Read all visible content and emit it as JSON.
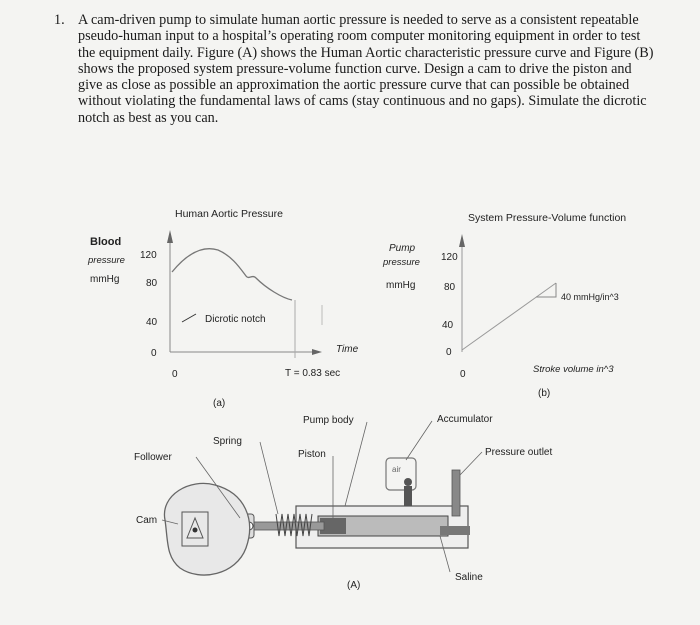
{
  "problem": {
    "number": "1.",
    "text": "A cam-driven pump to simulate human aortic pressure is needed to serve as a consistent repeatable pseudo-human input to a hospital’s operating room computer monitoring equipment in order to test the equipment daily. Figure (A) shows the Human Aortic characteristic pressure curve and Figure (B) shows the proposed system pressure-volume function curve. Design a cam to drive the piston and give as close as possible an approximation the aortic pressure curve that can possible be obtained without violating the fundamental laws of cams (stay continuous and no gaps). Simulate the dicrotic notch as best as you can."
  },
  "figure_a": {
    "title": "Human Aortic Pressure",
    "ylabel_1": "Blood",
    "ylabel_2": "pressure",
    "ylabel_3": "mmHg",
    "ticks": [
      "120",
      "80",
      "40",
      "0"
    ],
    "origin": "0",
    "notch_label": "Dicrotic notch",
    "period_label": "T = 0.83 sec",
    "time_label": "Time",
    "caption": "(a)"
  },
  "figure_b": {
    "title": "System Pressure-Volume function",
    "ylabel_1": "Pump",
    "ylabel_2": "pressure",
    "ylabel_3": "mmHg",
    "ticks": [
      "120",
      "80",
      "40",
      "0"
    ],
    "origin": "0",
    "slope_label": "40 mmHg/in^3",
    "xlabel": "Stroke volume  in^3",
    "caption": "(b)"
  },
  "figure_pump": {
    "pump_body": "Pump body",
    "accumulator": "Accumulator",
    "spring": "Spring",
    "follower": "Follower",
    "piston": "Piston",
    "pressure_outlet": "Pressure outlet",
    "air": "air",
    "cam": "Cam",
    "saline": "Saline",
    "caption": "(A)"
  }
}
